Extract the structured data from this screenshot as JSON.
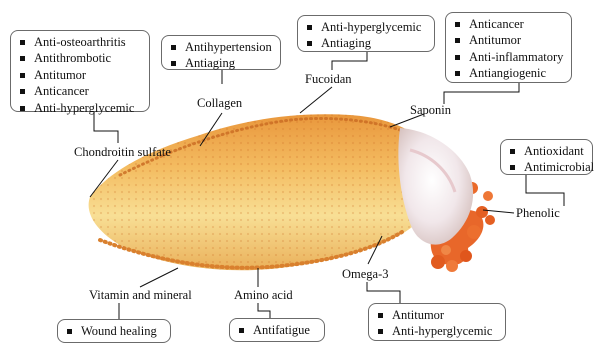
{
  "compounds": [
    {
      "name": "Chondroitin sulfate",
      "activities": [
        "Anti-osteoarthritis",
        "Antithrombotic",
        "Antitumor",
        "Anticancer",
        "Anti-hyperglycemic"
      ]
    },
    {
      "name": "Collagen",
      "activities": [
        "Antihypertension",
        "Antiaging"
      ]
    },
    {
      "name": "Fucoidan",
      "activities": [
        "Anti-hyperglycemic",
        "Antiaging"
      ]
    },
    {
      "name": "Saponin",
      "activities": [
        "Anticancer",
        "Antitumor",
        "Anti-inflammatory",
        "Antiangiogenic"
      ]
    },
    {
      "name": "Phenolic",
      "activities": [
        "Antioxidant",
        "Antimicrobial"
      ]
    },
    {
      "name": "Omega-3",
      "activities": [
        "Antitumor",
        "Anti-hyperglycemic"
      ]
    },
    {
      "name": "Amino acid",
      "activities": [
        "Antifatigue"
      ]
    },
    {
      "name": "Vitamin and mineral",
      "activities": [
        "Wound healing"
      ]
    }
  ],
  "colors": {
    "body_light": "#f6dc8a",
    "body_mid": "#f0b457",
    "body_dark": "#d9802e",
    "head_white": "#f4eef0",
    "tentacle_orange": "#e8672a",
    "connector": "#111111",
    "box_border": "#6b6b6b"
  }
}
